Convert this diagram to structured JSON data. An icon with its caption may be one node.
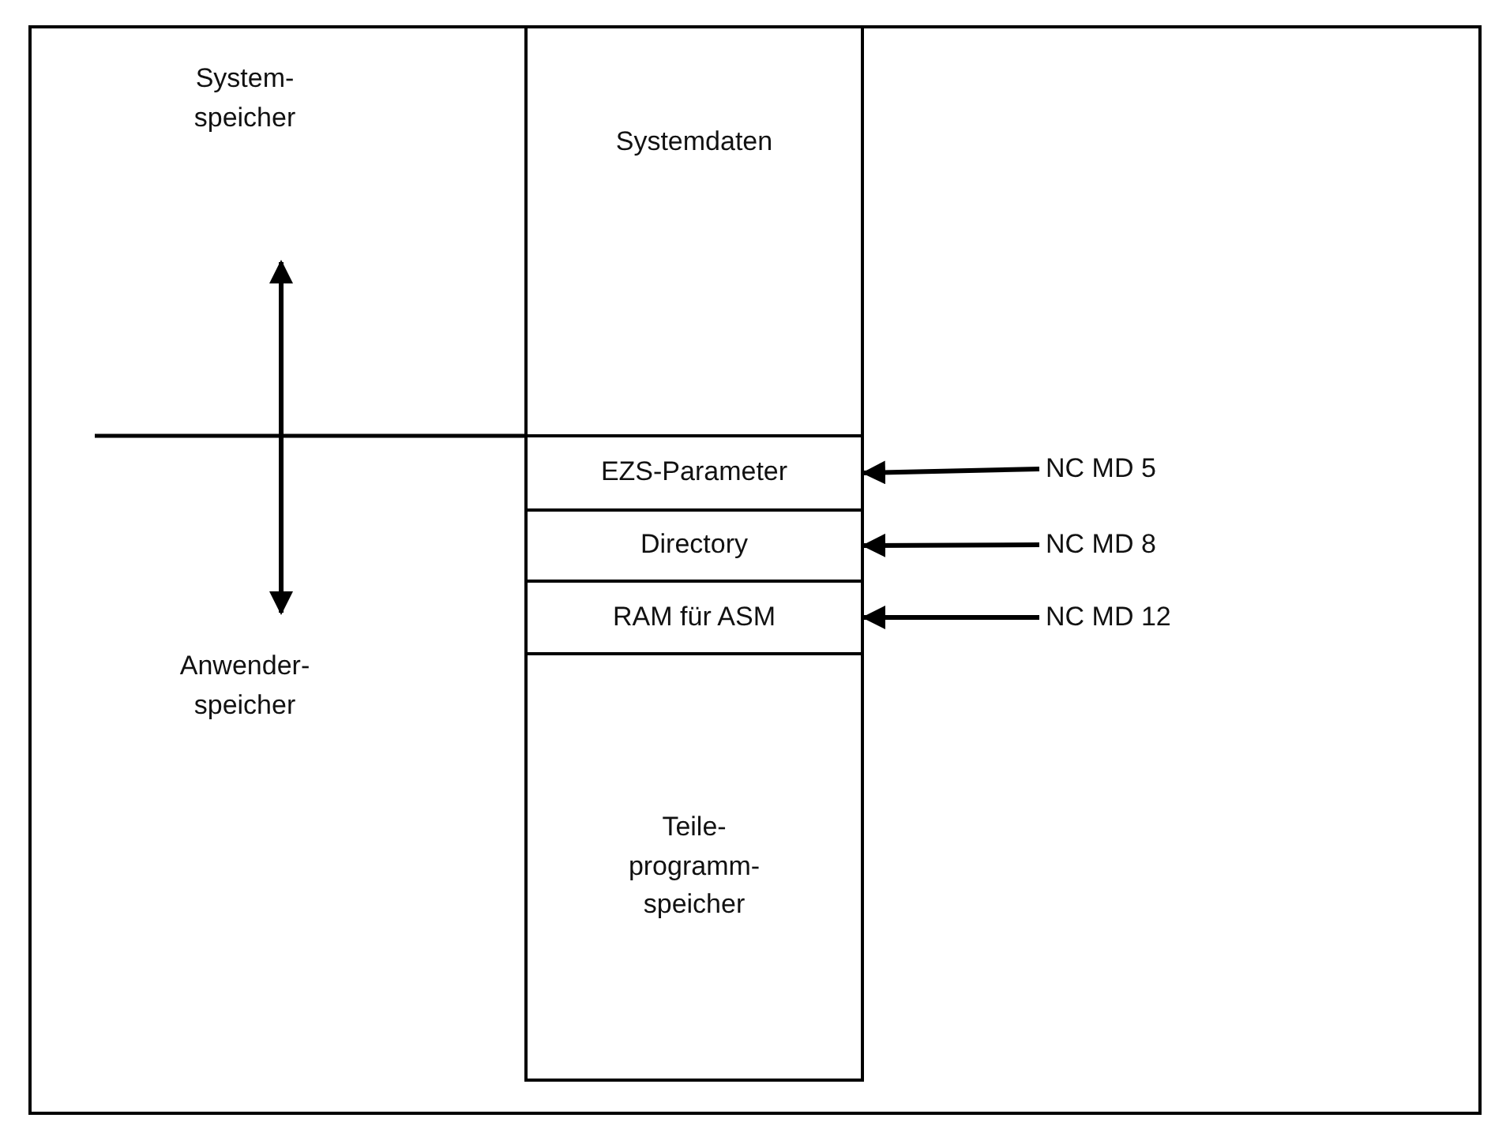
{
  "diagram": {
    "nodes": [
      {
        "text": [
          "System- speicher"
        ]
      },
      {
        "text": [
          "Anwender- speicher"
        ]
      },
      {
        "text": [
          "Systemdaten"
        ]
      },
      {
        "text": [
          "EZS-Parameter"
        ]
      },
      {
        "text": [
          "Directory"
        ]
      },
      {
        "text": [
          "RAM für ASM"
        ]
      },
      {
        "text": [
          "Teile- programm- speicher"
        ]
      },
      {
        "text": [
          "NC MD 5"
        ]
      },
      {
        "text": [
          "NC MD 8"
        ]
      },
      {
        "text": [
          "NC MD 12"
        ]
      }
    ],
    "edges": [
      {
        "from": 0,
        "to": 1,
        "arrow": "both"
      },
      {
        "from": 7,
        "to": 3,
        "arrow": "to"
      },
      {
        "from": 8,
        "to": 4,
        "arrow": "to"
      },
      {
        "from": 9,
        "to": 5,
        "arrow": "to"
      }
    ]
  }
}
